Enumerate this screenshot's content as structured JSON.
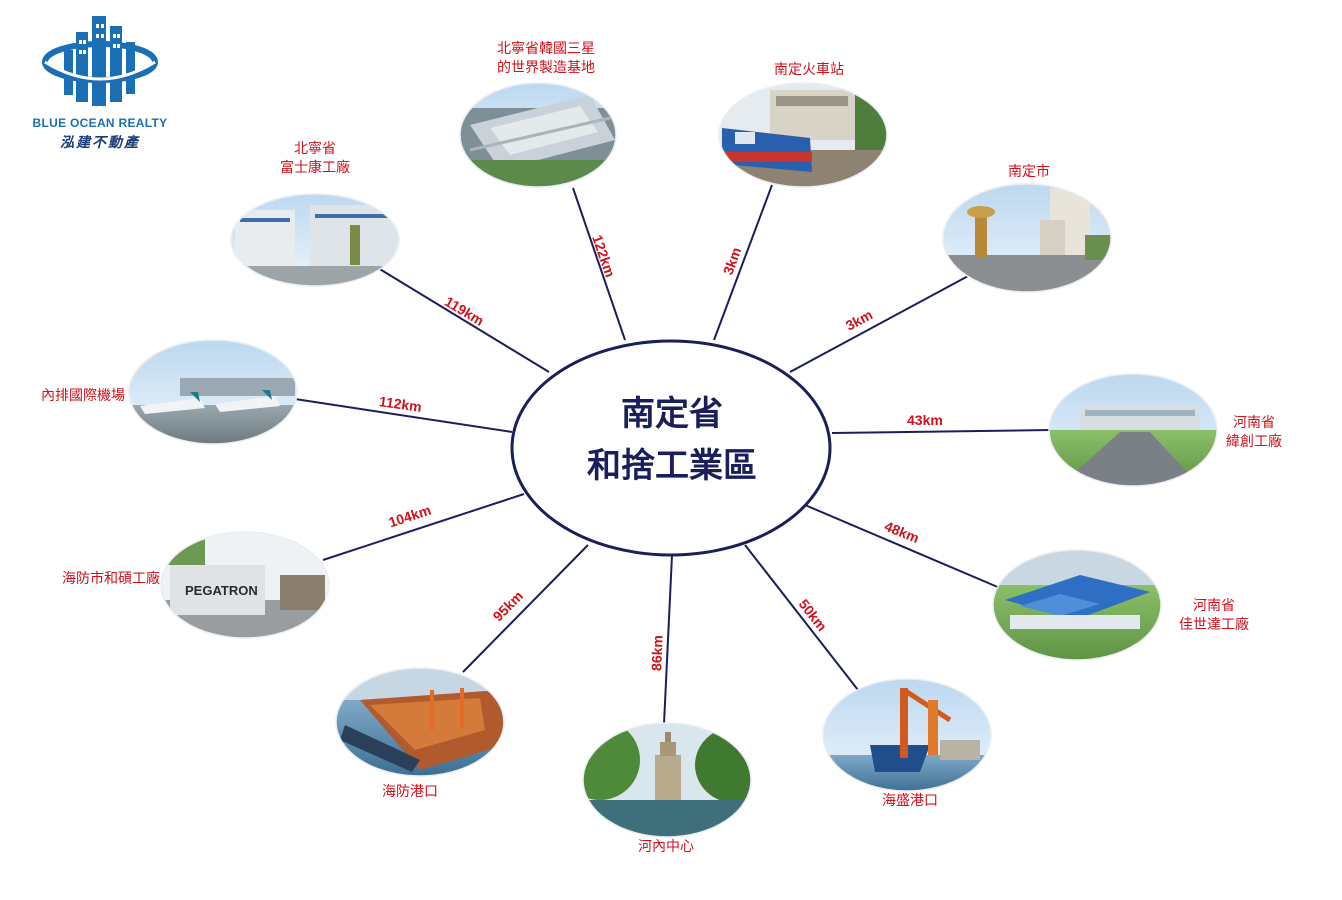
{
  "brand": {
    "name": "BLUE OCEAN REALTY",
    "subtitle": "泓建不動產",
    "logo_icon": "building-globe-icon",
    "color_primary": "#1b6fb5",
    "color_dark": "#1b3c7a"
  },
  "center": {
    "line1": "南定省",
    "line2": "和捨工業區",
    "color_text": "#1a1f5c",
    "color_border": "#1a1f5c"
  },
  "colors": {
    "label": "#d0111b",
    "connector": "#1a1f5c"
  },
  "destinations": [
    {
      "id": "samsung",
      "label_lines": [
        "北寧省韓國三星",
        "的世界製造基地"
      ],
      "distance": "122km",
      "photo": "factory-aerial-photo"
    },
    {
      "id": "station",
      "label_lines": [
        "南定火車站"
      ],
      "distance": "3km",
      "photo": "train-station-photo"
    },
    {
      "id": "city",
      "label_lines": [
        "南定市"
      ],
      "distance": "3km",
      "photo": "city-street-photo"
    },
    {
      "id": "wistron",
      "label_lines": [
        "河南省",
        "緯創工廠"
      ],
      "distance": "43km",
      "photo": "factory-road-photo"
    },
    {
      "id": "compal",
      "label_lines": [
        "河南省",
        "佳世達工廠"
      ],
      "distance": "48km",
      "photo": "factory-blue-roof-photo"
    },
    {
      "id": "haithinh",
      "label_lines": [
        "海盛港口"
      ],
      "distance": "50km",
      "photo": "port-crane-photo"
    },
    {
      "id": "hanoi",
      "label_lines": [
        "河內中心"
      ],
      "distance": "86km",
      "photo": "turtle-tower-photo"
    },
    {
      "id": "haiphong-port",
      "label_lines": [
        "海防港口"
      ],
      "distance": "95km",
      "photo": "container-port-photo"
    },
    {
      "id": "pegatron",
      "label_lines": [
        "海防市和碩工廠"
      ],
      "distance": "104km",
      "photo": "pegatron-factory-photo",
      "sign_text": "PEGATRON"
    },
    {
      "id": "noibai",
      "label_lines": [
        "內排國際機場"
      ],
      "distance": "112km",
      "photo": "airport-planes-photo"
    },
    {
      "id": "foxconn",
      "label_lines": [
        "北寧省",
        "富士康工廠"
      ],
      "distance": "119km",
      "photo": "foxconn-factory-photo"
    }
  ]
}
